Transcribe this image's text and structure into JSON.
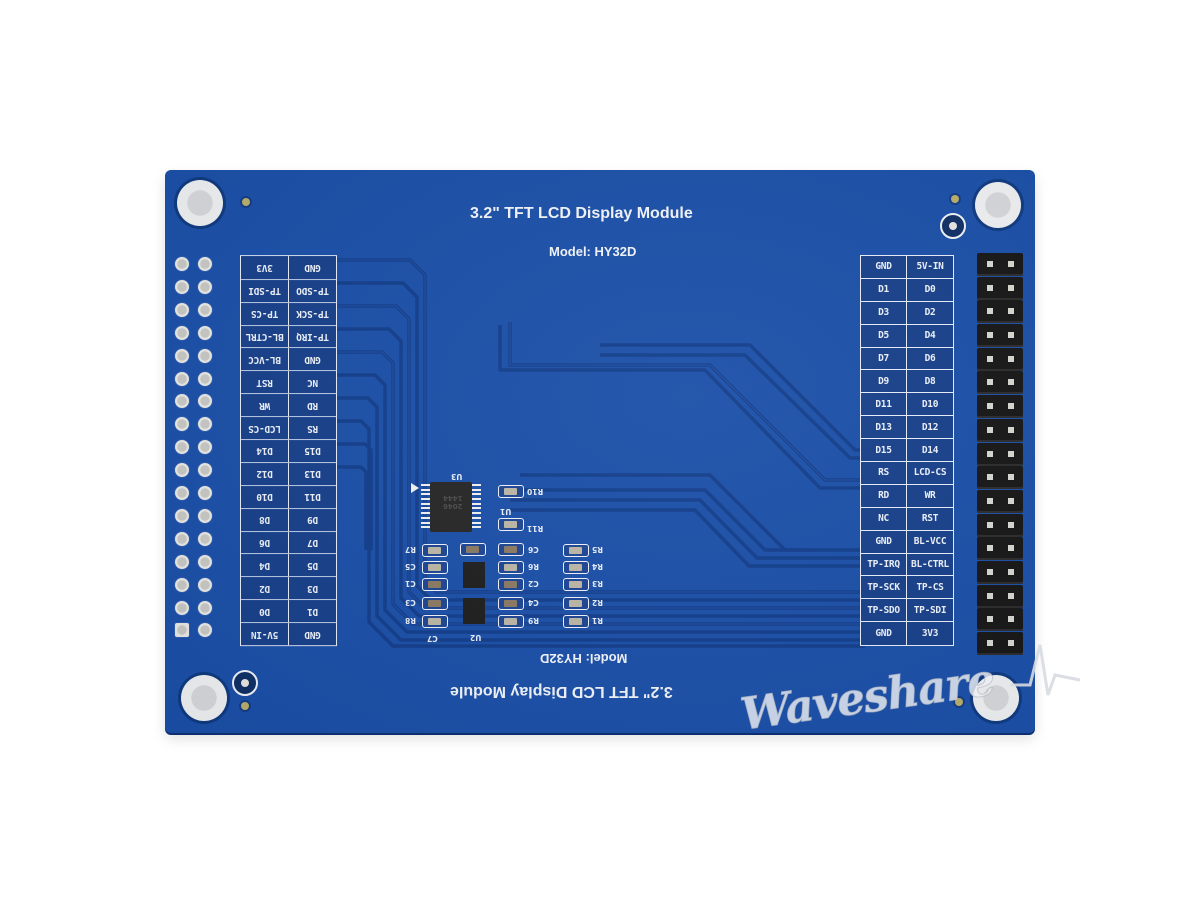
{
  "product": {
    "title": "3.2\" TFT LCD Display Module",
    "model": "Model: HY32D",
    "board_color": "#1a4fa8"
  },
  "right_header_pins": [
    [
      "GND",
      "5V-IN"
    ],
    [
      "D1",
      "D0"
    ],
    [
      "D3",
      "D2"
    ],
    [
      "D5",
      "D4"
    ],
    [
      "D7",
      "D6"
    ],
    [
      "D9",
      "D8"
    ],
    [
      "D11",
      "D10"
    ],
    [
      "D13",
      "D12"
    ],
    [
      "D15",
      "D14"
    ],
    [
      "RS",
      "LCD-CS"
    ],
    [
      "RD",
      "WR"
    ],
    [
      "NC",
      "RST"
    ],
    [
      "GND",
      "BL-VCC"
    ],
    [
      "TP-IRQ",
      "BL-CTRL"
    ],
    [
      "TP-SCK",
      "TP-CS"
    ],
    [
      "TP-SDO",
      "TP-SDI"
    ],
    [
      "GND",
      "3V3"
    ]
  ],
  "components": {
    "ics": [
      "U1",
      "U2",
      "U3"
    ],
    "u3_marking": [
      "2046",
      "1444"
    ],
    "resistors": [
      "R1",
      "R2",
      "R3",
      "R4",
      "R5",
      "R6",
      "R7",
      "R8",
      "R9",
      "R10",
      "R11"
    ],
    "capacitors": [
      "C1",
      "C2",
      "C3",
      "C4",
      "C5",
      "C6",
      "C7"
    ]
  },
  "watermark": "Waveshare"
}
